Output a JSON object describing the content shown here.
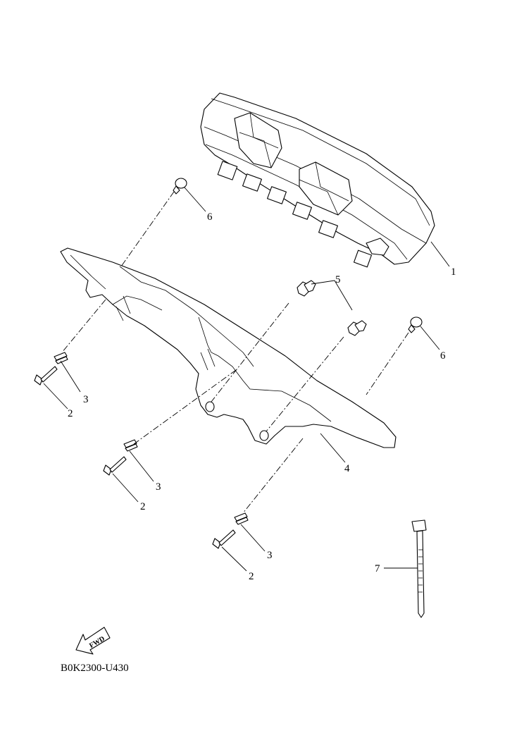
{
  "diagram_code": "B0K2300-U430",
  "fwd_label": "FWD",
  "callouts": [
    "1",
    "2",
    "2",
    "2",
    "3",
    "3",
    "3",
    "4",
    "5",
    "6",
    "6",
    "7"
  ]
}
